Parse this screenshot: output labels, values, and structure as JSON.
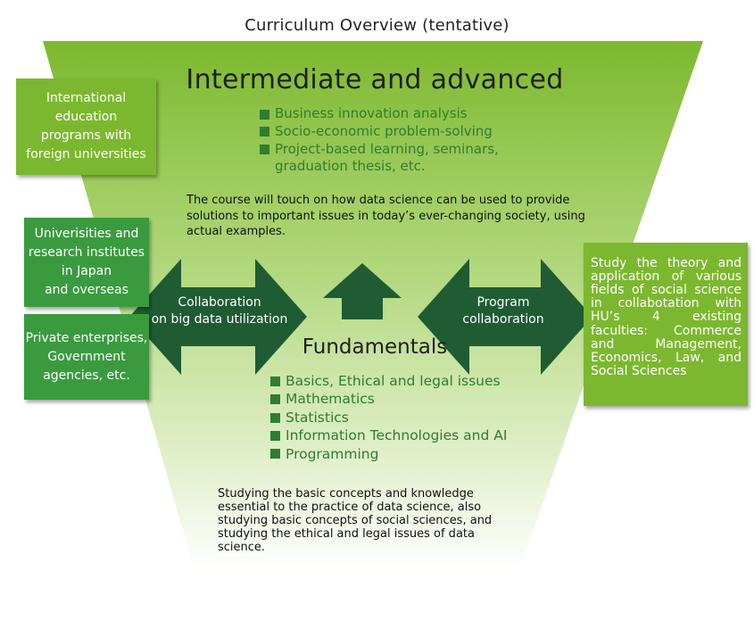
{
  "title": "Curriculum Overview (tentative)",
  "intermediate": {
    "heading": "Intermediate and advanced",
    "items": [
      "Business innovation analysis",
      "Socio-economic problem-solving",
      "Project-based learning, seminars, graduation thesis, etc."
    ],
    "description": "The course will touch on how data science can be used to provide solutions to important issues in today’s ever-changing society, using actual examples."
  },
  "fundamentals": {
    "heading": "Fundamentals",
    "items": [
      "Basics, Ethical and legal issues",
      "Mathematics",
      "Statistics",
      "Information Technologies and AI",
      "Programming"
    ],
    "description": "Studying the basic concepts and knowledge essential to the practice of data science, also studying basic concepts of social sciences, and studying the ethical and legal issues of data science."
  },
  "left_boxes": {
    "international": "International\neducation\nprograms with\nforeign universities",
    "universities": "Univerisities and\nresearch institutes\nin Japan\nand overseas",
    "private": "Private enterprises,\nGovernment\nagencies, etc."
  },
  "right_box": "Study the theory and application of various fields of social science in collabotation with HU’s 4 existing faculties: Commerce and Management, Economics, Law, and Social Sciences",
  "arrows": {
    "collaboration": "Collaboration\non big data utilization",
    "program": "Program\ncollaboration"
  },
  "colors": {
    "light_green": "#7cb82f",
    "mid_green": "#3a9b3e",
    "dark_green_arrow": "#1f5c34",
    "bullet_green": "#2e7d32"
  }
}
